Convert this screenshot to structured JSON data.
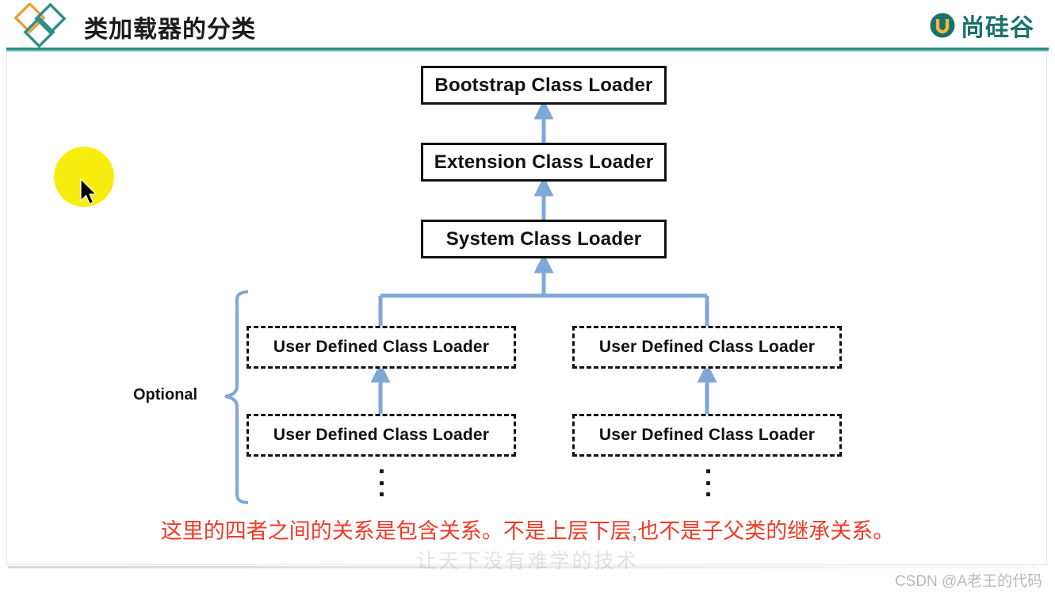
{
  "header": {
    "title": "类加载器的分类",
    "brand_name": "尚硅谷",
    "brand_mark_icon": "u-circle-logo-icon",
    "diamond_logo_icon": "three-diamonds-icon",
    "rule_color": "#1f7f77",
    "title_color": "#1b1b1b",
    "brand_color": "#19716a"
  },
  "diagram": {
    "type": "hierarchy",
    "arrow_color": "#7fa8d8",
    "node_border_color": "#111111",
    "solid_nodes": [
      {
        "id": "bootstrap",
        "label": "Bootstrap Class Loader"
      },
      {
        "id": "extension",
        "label": "Extension Class Loader"
      },
      {
        "id": "system",
        "label": "System Class Loader"
      }
    ],
    "dashed_nodes": [
      {
        "id": "udl-1",
        "label": "User Defined Class Loader"
      },
      {
        "id": "udl-2",
        "label": "User Defined Class Loader"
      },
      {
        "id": "udl-3",
        "label": "User Defined Class Loader"
      },
      {
        "id": "udl-4",
        "label": "User Defined Class Loader"
      }
    ],
    "bracket_label": "Optional",
    "bracket_color": "#7fa8d8",
    "continuation_marker": "vertical-ellipsis"
  },
  "cursor": {
    "highlight_color": "#f7ee10",
    "icon": "mouse-pointer-icon"
  },
  "caption": {
    "text": "这里的四者之间的关系是包含关系。不是上层下层,也不是子父类的继承关系。",
    "color": "#ee3b28"
  },
  "watermark": {
    "text": "让天下没有难学的技术"
  },
  "credit": {
    "text": "CSDN @A老王的代码"
  }
}
